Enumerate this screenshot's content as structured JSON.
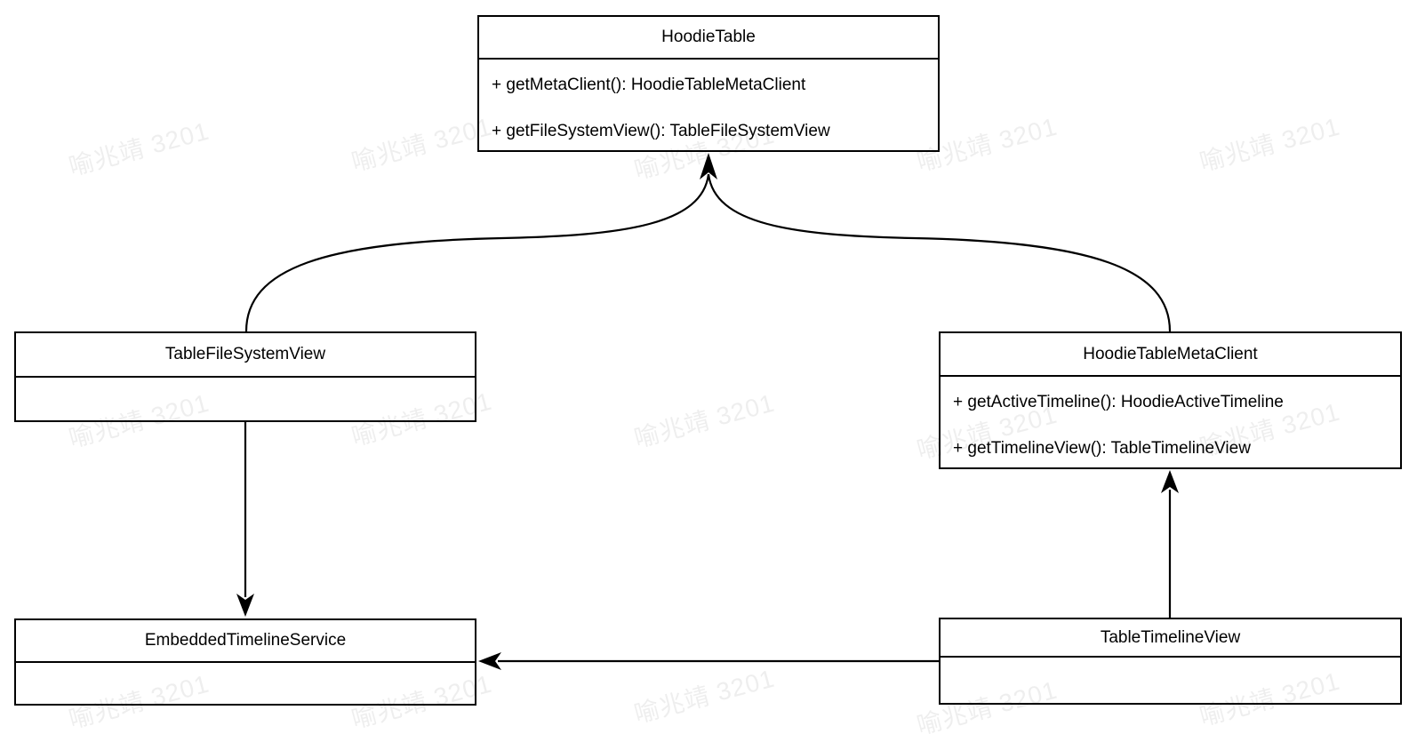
{
  "diagram": {
    "classes": [
      {
        "name": "HoodieTable",
        "methods": [
          "+ getMetaClient(): HoodieTableMetaClient",
          "+ getFileSystemView(): TableFileSystemView"
        ]
      },
      {
        "name": "TableFileSystemView",
        "methods": []
      },
      {
        "name": "HoodieTableMetaClient",
        "methods": [
          "+ getActiveTimeline(): HoodieActiveTimeline",
          "+ getTimelineView(): TableTimelineView"
        ]
      },
      {
        "name": "EmbeddedTimelineService",
        "methods": []
      },
      {
        "name": "TableTimelineView",
        "methods": []
      }
    ],
    "edges": [
      {
        "from": "TableFileSystemView",
        "to": "HoodieTable",
        "style": "curved",
        "arrow": "filled"
      },
      {
        "from": "HoodieTableMetaClient",
        "to": "HoodieTable",
        "style": "curved",
        "arrow": "filled"
      },
      {
        "from": "TableFileSystemView",
        "to": "EmbeddedTimelineService",
        "style": "straight",
        "arrow": "filled"
      },
      {
        "from": "TableTimelineView",
        "to": "HoodieTableMetaClient",
        "style": "straight",
        "arrow": "filled"
      },
      {
        "from": "TableTimelineView",
        "to": "EmbeddedTimelineService",
        "style": "straight",
        "arrow": "filled"
      }
    ],
    "watermark": {
      "text": "喻兆靖 3201",
      "rotation_deg": -15,
      "color": "#ededed"
    },
    "colors": {
      "line": "#000000",
      "background": "#ffffff",
      "text": "#000000"
    }
  }
}
